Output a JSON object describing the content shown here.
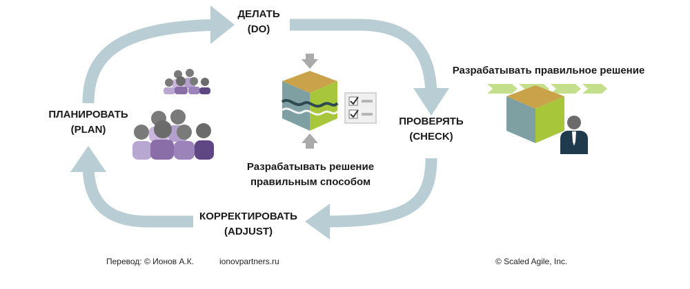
{
  "cycle": {
    "do": {
      "line1": "ДЕЛАТЬ",
      "line2": "(DO)"
    },
    "check": {
      "line1": "ПРОВЕРЯТЬ",
      "line2": "(CHECK)"
    },
    "adjust": {
      "line1": "КОРРЕКТИРОВАТЬ",
      "line2": "(ADJUST)"
    },
    "plan": {
      "line1": "ПЛАНИРОВАТЬ",
      "line2": "(PLAN)"
    }
  },
  "center": {
    "line1": "Разрабатывать решение",
    "line2": "правильным способом"
  },
  "right": {
    "title": "Разрабатывать правильное решение"
  },
  "footer": {
    "translation": "Перевод: © Ионов А.К.",
    "site": "ionovpartners.ru",
    "copyright": "© Scaled Agile,  Inc."
  },
  "colors": {
    "arrow": "#b9cdd4",
    "cube_top": "#c9a24a",
    "cube_left": "#7fa0a3",
    "cube_right": "#a8c63a",
    "people_gray": "#6b6b6b",
    "people_purple": "#8a6ea8",
    "chevrons": "#c4df8b"
  }
}
